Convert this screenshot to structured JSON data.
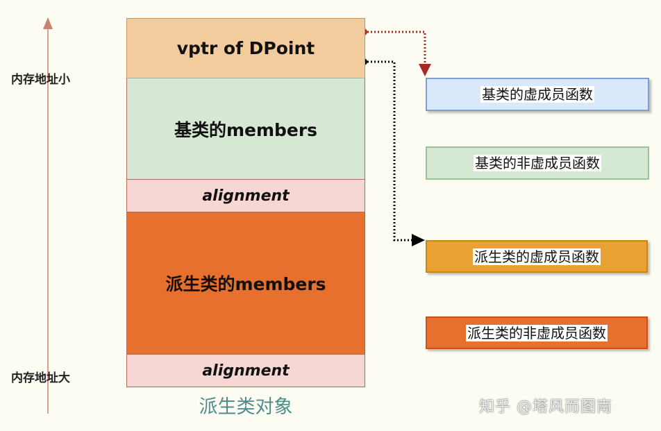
{
  "axis": {
    "top_label": "内存地址小",
    "bottom_label": "内存地址大"
  },
  "object_layout": {
    "caption": "派生类对象",
    "segments": {
      "vptr": "vptr of DPoint",
      "base_members": "基类的members",
      "alignment_1": "alignment",
      "derived_members": "派生类的members",
      "alignment_2": "alignment"
    }
  },
  "functions": {
    "base_virtual": "基类的虚成员函数",
    "base_nonvirtual": "基类的非虚成员函数",
    "derived_virtual": "派生类的虚成员函数",
    "derived_nonvirtual": "派生类的非虚成员函数"
  },
  "watermark": "知乎 @塔风而图南",
  "colors": {
    "background": "#fdfcf3",
    "axis_arrow": "#c9836d",
    "vptr": "#f2cc9c",
    "base_members": "#d6e8d4",
    "alignment": "#f7d7d4",
    "derived_members": "#e8702e",
    "base_virtual_box": "#dae8fc",
    "base_nonvirtual_box": "#d5e8d4",
    "derived_virtual_box": "#e8a233",
    "derived_nonvirtual_box": "#e8702e",
    "arrow_red": "#a52a1f",
    "arrow_black": "#000000",
    "caption_text": "#4f8d8d"
  }
}
